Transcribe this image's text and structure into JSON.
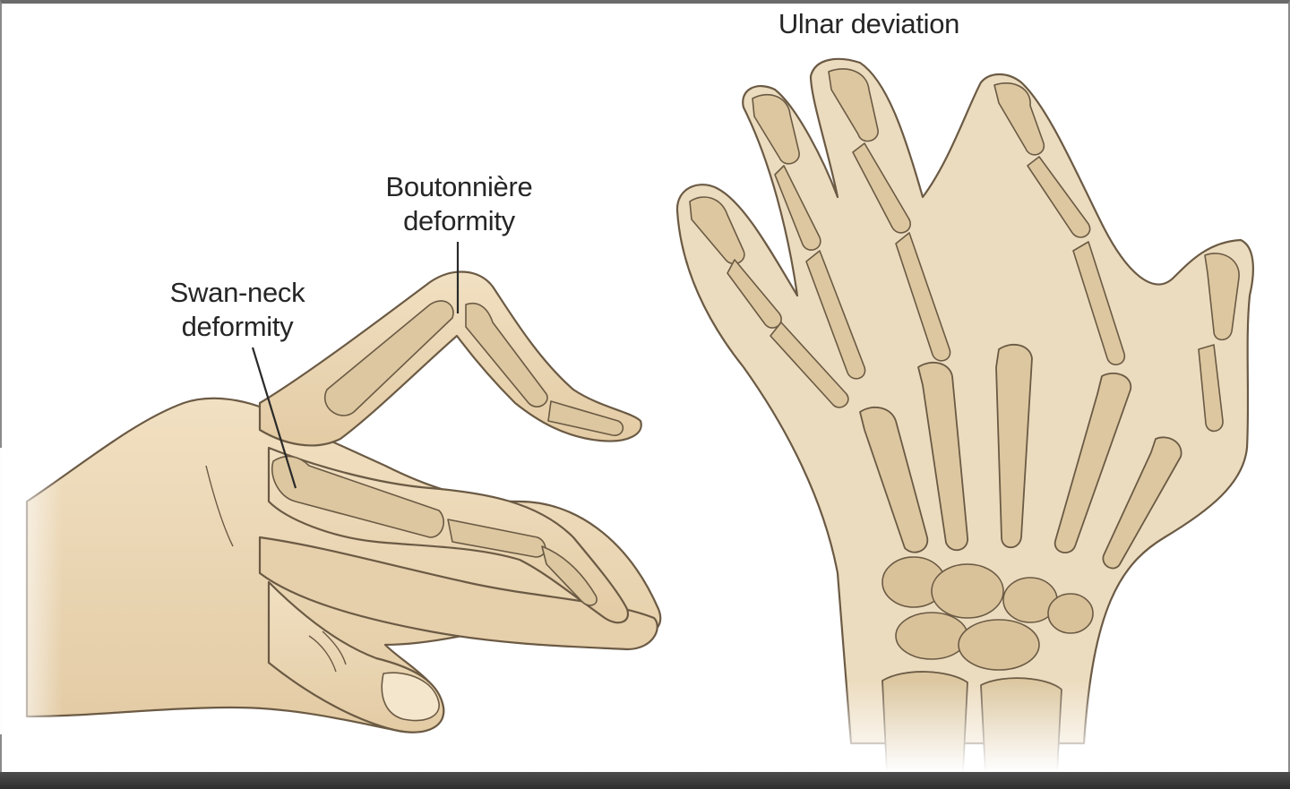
{
  "figure": {
    "labels": {
      "ulnar_deviation": "Ulnar deviation",
      "boutonniere": "Boutonnière\ndeformity",
      "swan_neck": "Swan-neck\ndeformity"
    },
    "colors": {
      "skin": "#ead6b4",
      "skin_shadow": "#d3b88f",
      "bone": "#dcc7a0",
      "bone_shadow": "#c4a87c",
      "outline": "#6b5a44",
      "leader_line": "#2a2a2a",
      "bottom_bar": "#3a3a3a"
    }
  }
}
